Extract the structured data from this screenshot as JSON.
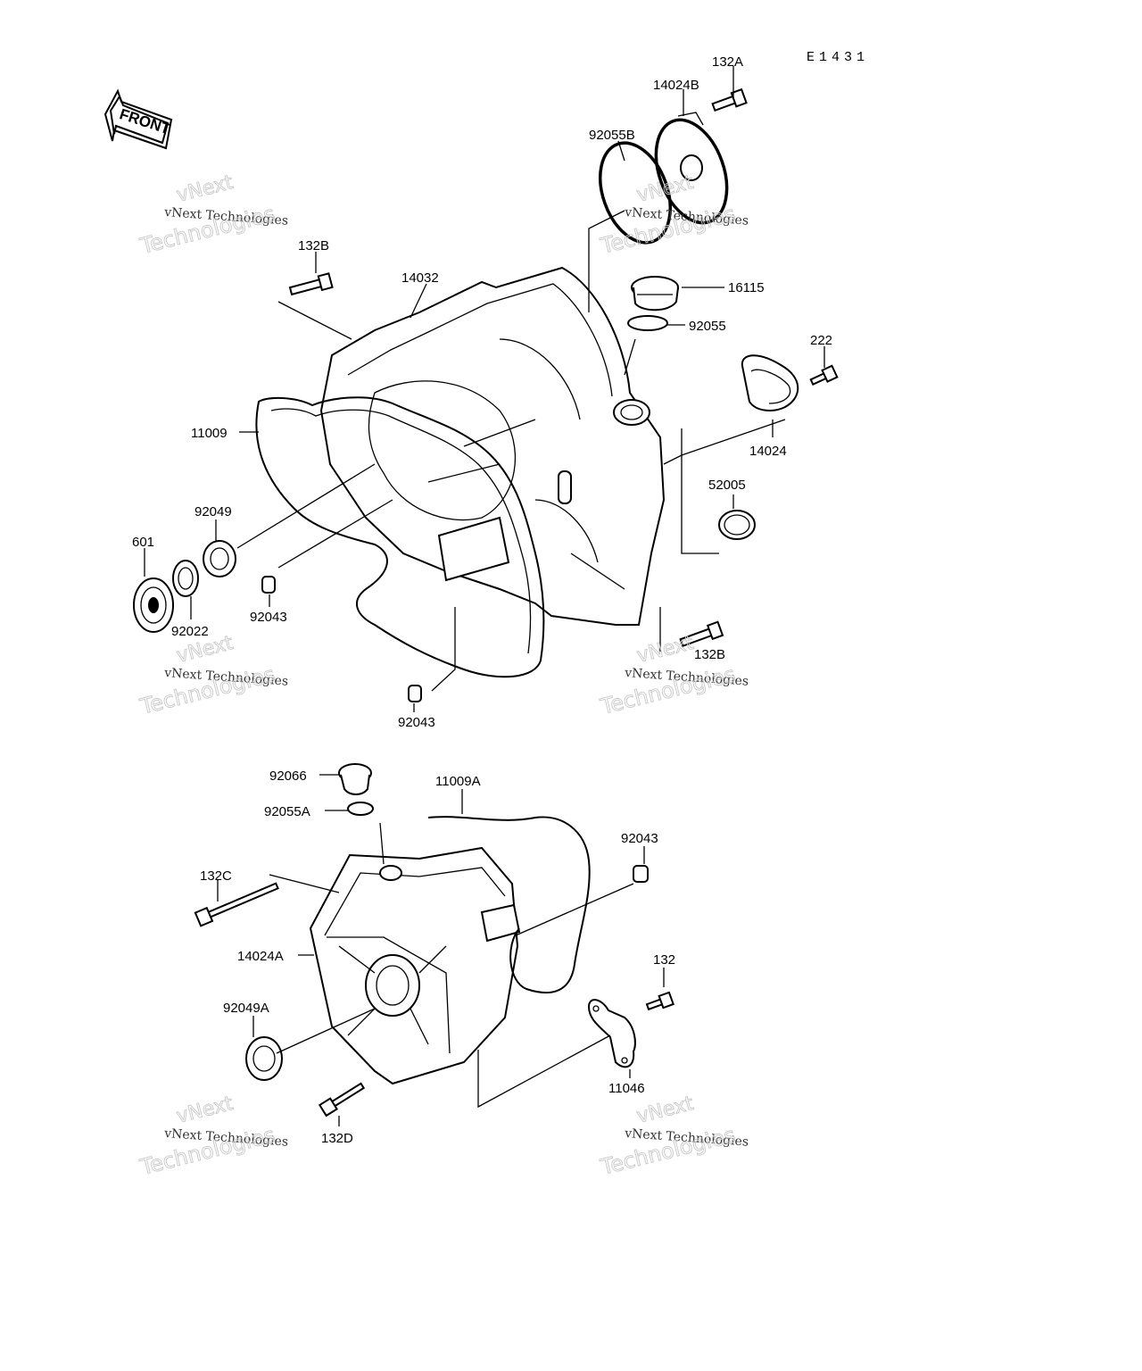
{
  "drawing_code": "E1431",
  "front_badge": "FRONT",
  "watermarks": [
    {
      "line1": "vNext",
      "line2": "vNext Technologies",
      "line3": "Technologies"
    },
    {
      "line1": "vNext",
      "line2": "vNext Technologies",
      "line3": "Technologies"
    },
    {
      "line1": "vNext",
      "line2": "vNext Technologies",
      "line3": "Technologies"
    },
    {
      "line1": "vNext",
      "line2": "vNext Technologies",
      "line3": "Technologies"
    },
    {
      "line1": "vNext",
      "line2": "vNext Technologies",
      "line3": "Technologies"
    },
    {
      "line1": "vNext",
      "line2": "vNext Technologies",
      "line3": "Technologies"
    }
  ],
  "callouts": [
    {
      "id": "132A"
    },
    {
      "id": "14024B"
    },
    {
      "id": "92055B"
    },
    {
      "id": "132B"
    },
    {
      "id": "14032"
    },
    {
      "id": "16115"
    },
    {
      "id": "92055"
    },
    {
      "id": "222"
    },
    {
      "id": "11009"
    },
    {
      "id": "14024"
    },
    {
      "id": "52005"
    },
    {
      "id": "92049"
    },
    {
      "id": "601"
    },
    {
      "id": "92022"
    },
    {
      "id": "92043"
    },
    {
      "id": "132B"
    },
    {
      "id": "92043"
    },
    {
      "id": "92066"
    },
    {
      "id": "11009A"
    },
    {
      "id": "92055A"
    },
    {
      "id": "92043"
    },
    {
      "id": "132C"
    },
    {
      "id": "14024A"
    },
    {
      "id": "132"
    },
    {
      "id": "92049A"
    },
    {
      "id": "11046"
    },
    {
      "id": "132D"
    }
  ]
}
